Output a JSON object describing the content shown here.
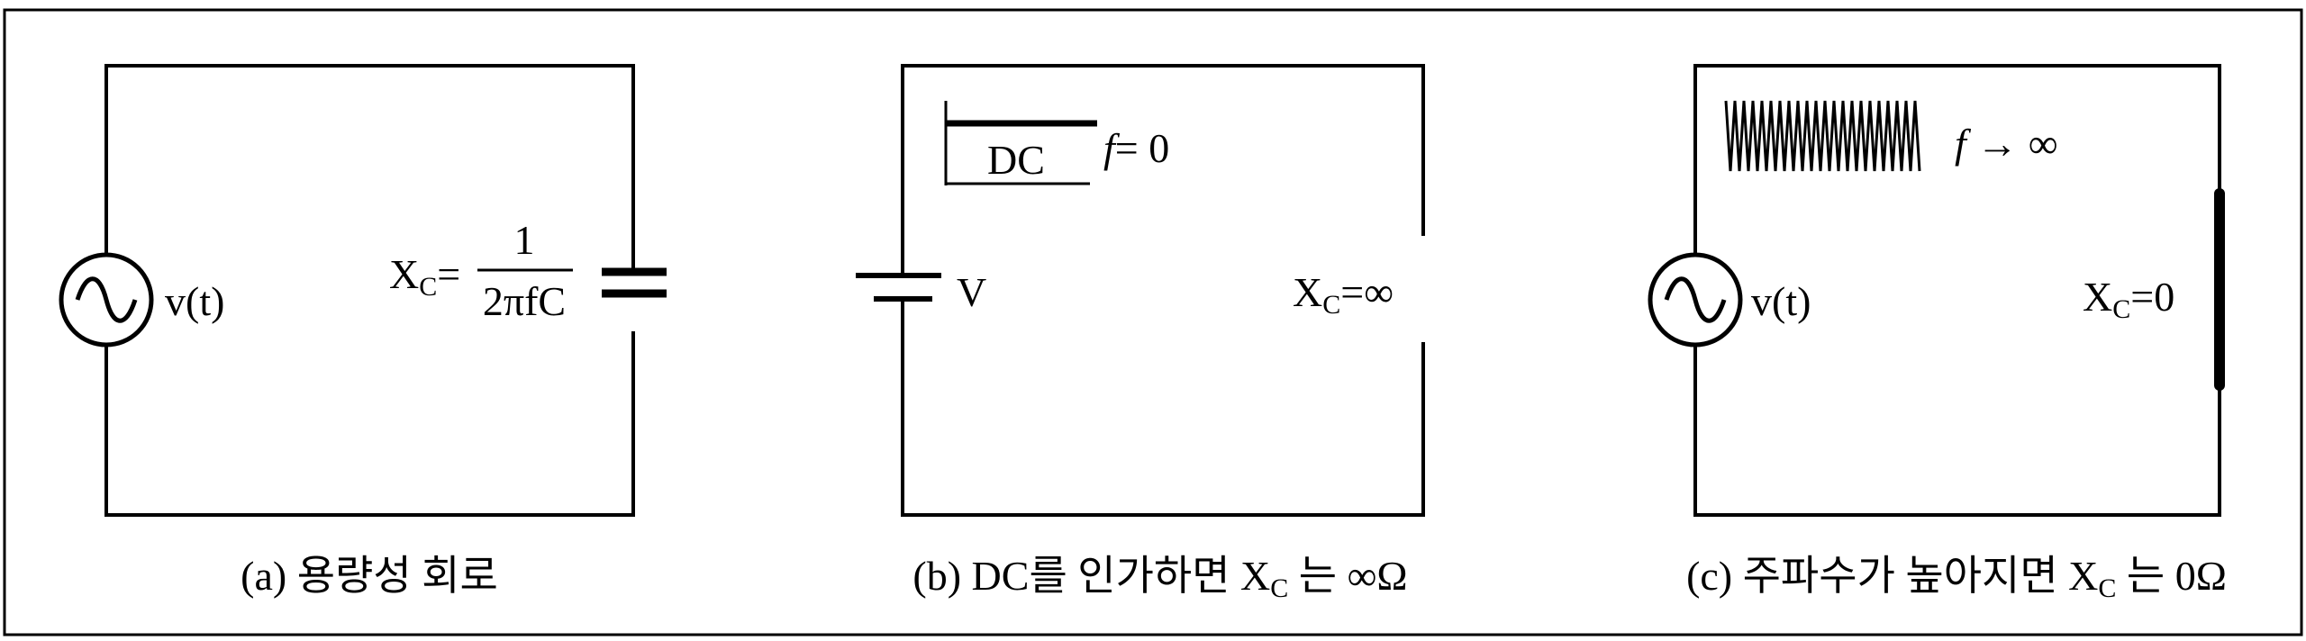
{
  "panel_a": {
    "source_label": "v(t)",
    "xc_formula": {
      "prefix": "X",
      "subscript": "C",
      "equals": "=",
      "numerator": "1",
      "denominator": "2πfC"
    },
    "caption": "(a) 용량성  회로"
  },
  "panel_b": {
    "battery_label": "V",
    "dc_label": "DC",
    "freq_label_f": "f",
    "freq_label_rest": "= 0",
    "xc_label": {
      "prefix": "X",
      "subscript": "C",
      "value": "=∞"
    },
    "caption": {
      "before": "(b) DC를  인가하면 X",
      "subscript": "C",
      "after": " 는 ∞Ω"
    }
  },
  "panel_c": {
    "source_label": "v(t)",
    "freq_label_f": "f",
    "freq_label_rest": " → ∞",
    "xc_label": {
      "prefix": "X",
      "subscript": "C",
      "value": "=0"
    },
    "caption": {
      "before": "(c) 주파수가  높아지면  X",
      "subscript": "C",
      "after": " 는  0Ω"
    }
  }
}
